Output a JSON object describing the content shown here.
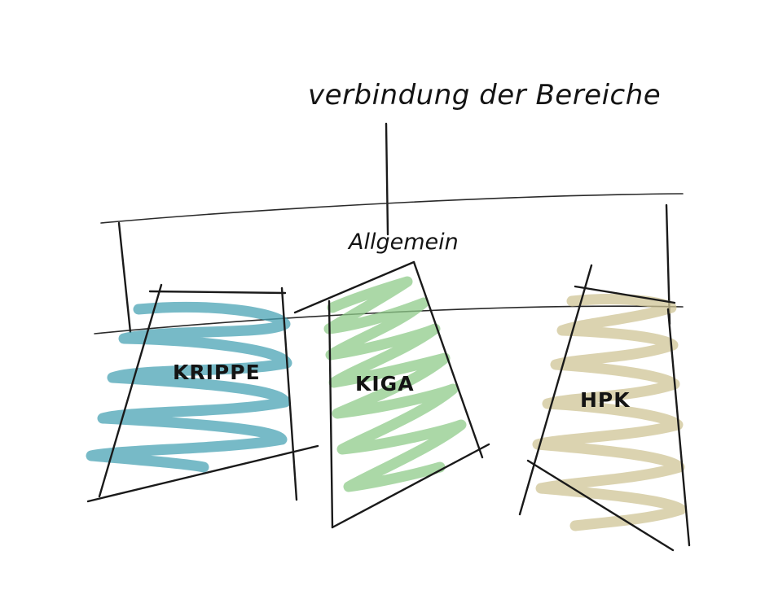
{
  "title": "verbindung der Bereiche",
  "connector_label": "Allgemein",
  "areas": [
    {
      "label": "KRIPPE",
      "color": "#4aa3b4"
    },
    {
      "label": "KIGA",
      "color": "#8fcb8a"
    },
    {
      "label": "HPK",
      "color": "#cfc495"
    }
  ]
}
